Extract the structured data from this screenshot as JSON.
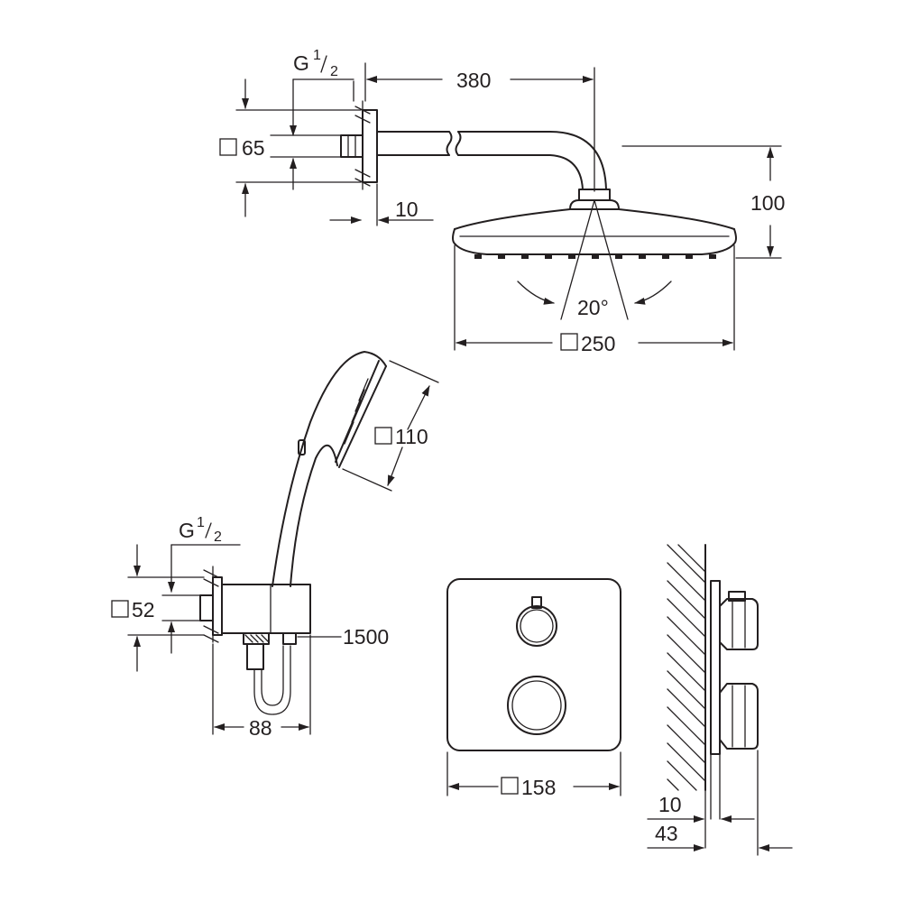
{
  "shower_head": {
    "thread_main": "G",
    "thread_num": "1",
    "thread_den": "2",
    "arm_length": "380",
    "flange_size": "65",
    "wall_gap": "10",
    "height": "100",
    "tilt_angle": "20°",
    "diameter": "250"
  },
  "hand_shower": {
    "head_size": "110",
    "thread_main": "G",
    "thread_num": "1",
    "thread_den": "2",
    "outlet_size": "52",
    "hose_length": "1500",
    "holder_depth": "88"
  },
  "thermostat": {
    "plate_size": "158",
    "plate_depth": "10",
    "total_depth": "43"
  }
}
